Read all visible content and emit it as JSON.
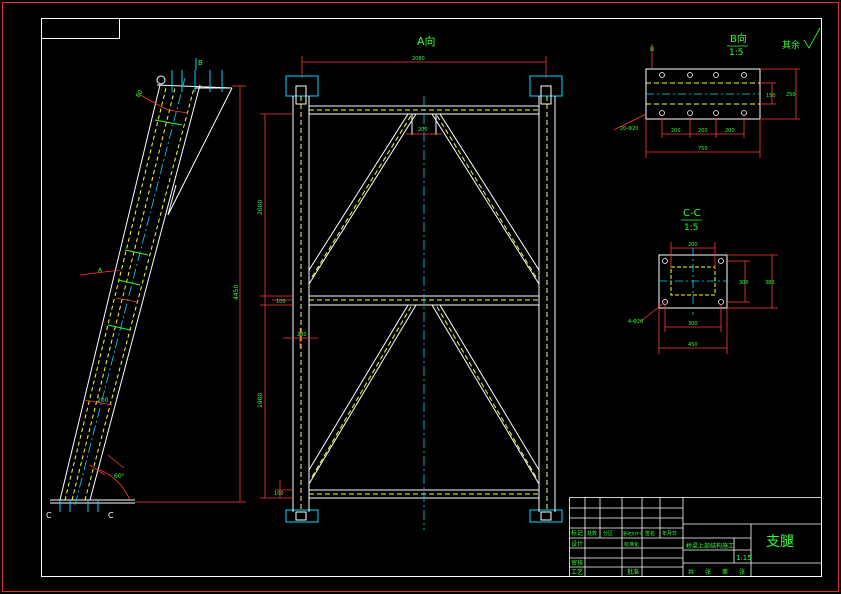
{
  "canvas": {
    "background": "#000000"
  },
  "colors": {
    "frame": "#ffffff",
    "outer_border": "#e03030",
    "dimension": "#ff3b3b",
    "hidden": "#ffff33",
    "annotation": "#33ff33",
    "centerline": "#00d8ff"
  },
  "views": {
    "a_view_title": "A向",
    "b_view_title": "B向",
    "b_view_scale": "1:5",
    "cc_view_title": "C-C",
    "cc_view_scale": "1:5",
    "roughness_note": "其余"
  },
  "section_marks": {
    "left": "C",
    "right": "C",
    "b_arrow": "B"
  },
  "front_dims": {
    "top_width": "2080",
    "total_height": "4450",
    "upper_height": "2000",
    "lower_height": "1900",
    "mid_gap": "100",
    "web_width": "200",
    "bottom_gap": "100",
    "mid_offset": "280"
  },
  "side_dims": {
    "angle": "60°",
    "top_gap": "80",
    "brace": "200",
    "mid_mark": "A"
  },
  "b_dims": {
    "d1": "200",
    "d2": "200",
    "d3": "200",
    "total": "750",
    "height_outer": "250",
    "height_inner": "150",
    "hole_note": "20-Φ20",
    "top_mark": "B"
  },
  "cc_dims": {
    "top": "200",
    "inner": "300",
    "bottom": "450",
    "height_inner": "300",
    "height_outer": "380",
    "hole_note": "4-Φ20"
  },
  "title_block": {
    "part_name": "支腿",
    "scale": "1:15",
    "project_label": "桥梁上部结构施工",
    "row_labels": [
      "标记",
      "设计",
      "审核",
      "工艺"
    ],
    "header_cells": [
      "处数",
      "分区",
      "更改文件号",
      "签名",
      "年月日"
    ],
    "mid_labels": [
      "标准化",
      "批准"
    ],
    "footer": [
      "共",
      "张",
      "第",
      "张"
    ]
  }
}
